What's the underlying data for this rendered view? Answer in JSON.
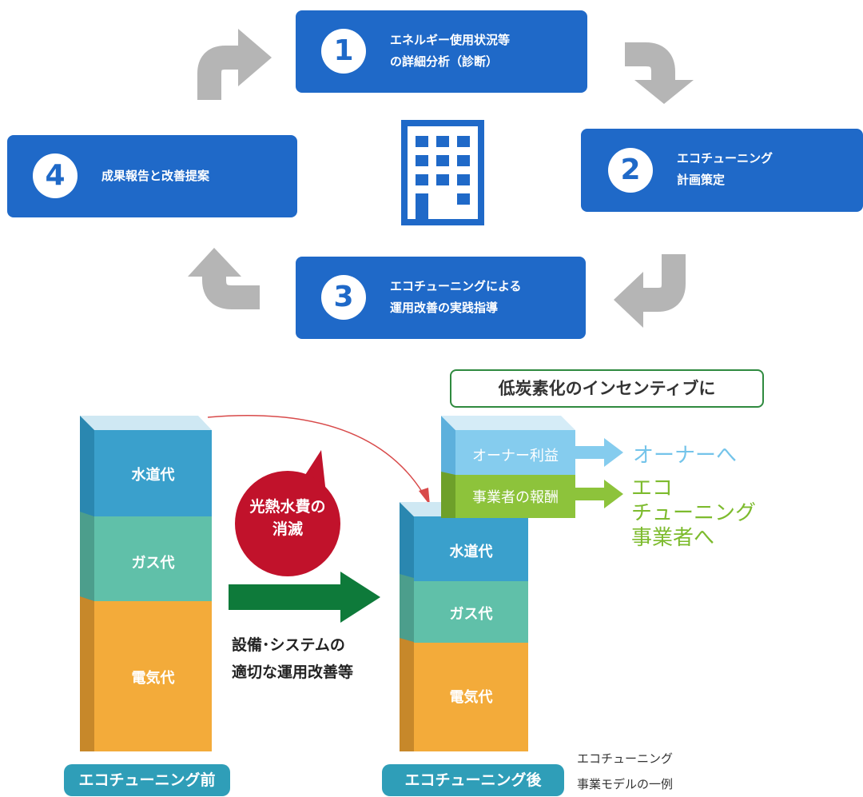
{
  "cycle": {
    "steps": [
      {
        "num": "1",
        "text": "エネルギー使用状況等\nの詳細分析（診断）"
      },
      {
        "num": "2",
        "text": "エコチューニング\n計画策定"
      },
      {
        "num": "3",
        "text": "エコチューニングによる\n運用改善の実践指導"
      },
      {
        "num": "4",
        "text": "成果報告と改善提案"
      }
    ],
    "building_icon": "building-icon"
  },
  "model": {
    "incentive_label": "低炭素化のインセンティブに",
    "before": {
      "label": "エコチューニング前",
      "segments": [
        "水道代",
        "ガス代",
        "電気代"
      ]
    },
    "after": {
      "label": "エコチューニング後",
      "segments": [
        "水道代",
        "ガス代",
        "電気代"
      ],
      "owner_profit": "オーナー利益",
      "operator_reward": "事業者の報酬"
    },
    "reduction_badge": "光熱水費の\n消滅",
    "improvement_text": "設備･システムの\n適切な運用改善等",
    "to_owner": "オーナーへ",
    "to_operator": "エコ\nチューニング\n事業者へ",
    "caption": "エコチューニング\n事業モデルの一例"
  },
  "colors": {
    "step_blue": "#1f69c8",
    "arrow_gray": "#b5b5b5",
    "water": "#3aa0cc",
    "gas": "#60c0a9",
    "electric": "#f3ab3a",
    "owner": "#85ccee",
    "operator": "#8dc33b",
    "badge_red": "#c1122b",
    "green_arrow": "#0e7a3a",
    "tag": "#2f9eb8"
  }
}
